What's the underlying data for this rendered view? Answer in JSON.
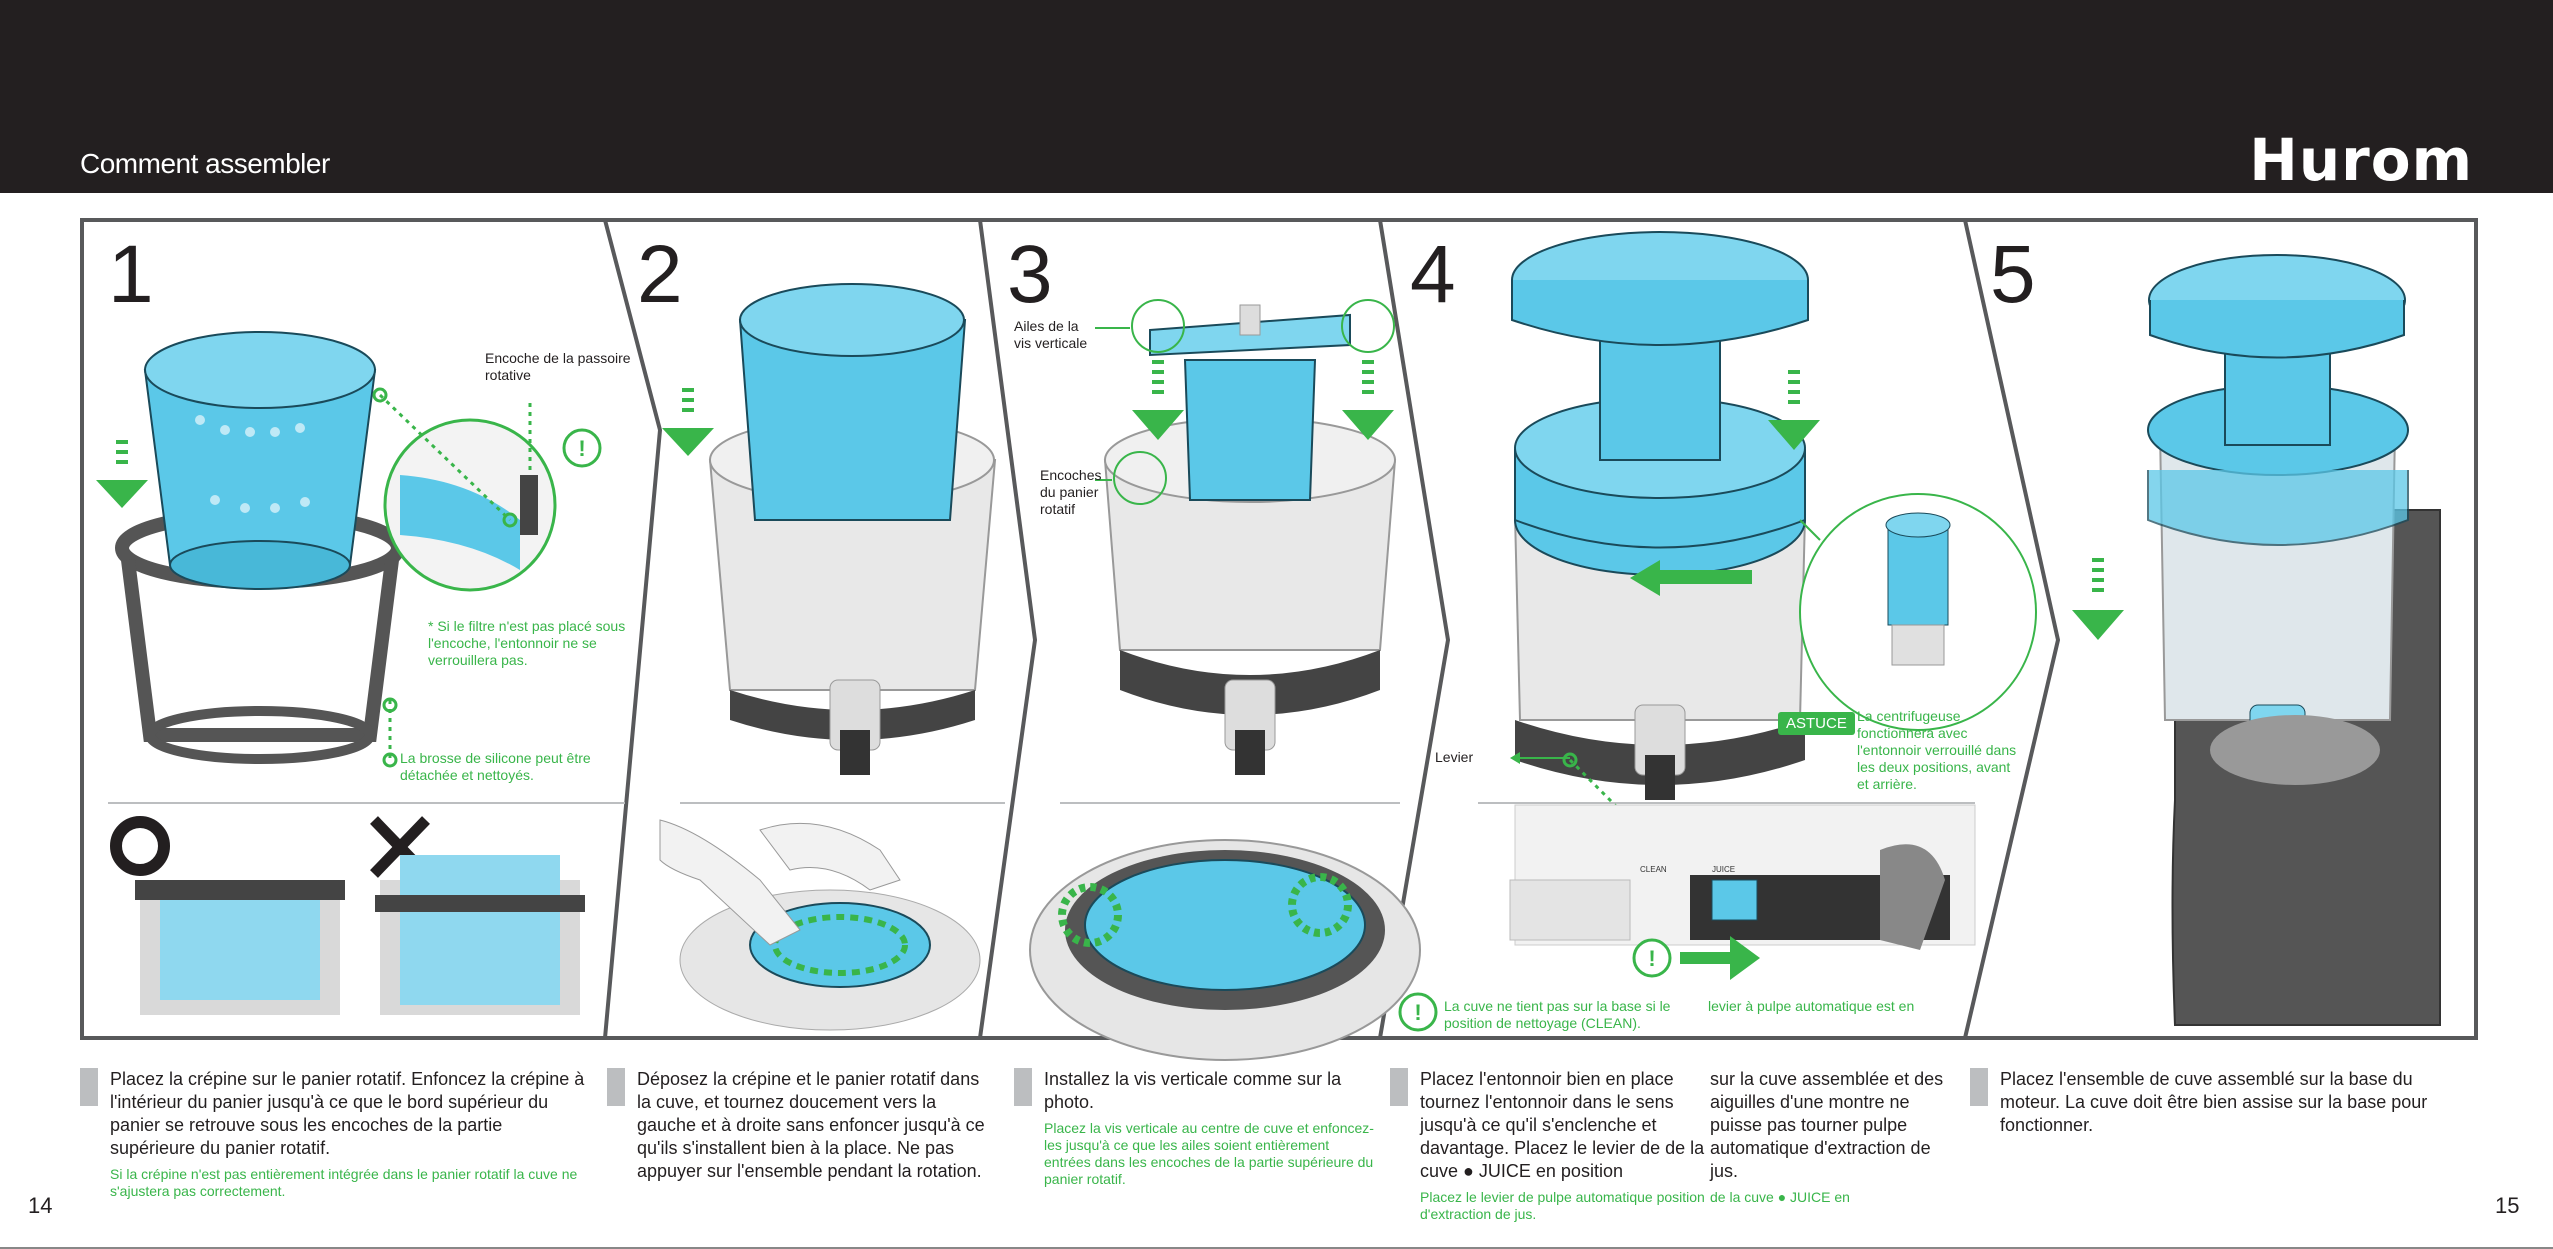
{
  "header": {
    "title": "Comment assembler",
    "logo": "Hurom"
  },
  "steps": [
    {
      "number": "1"
    },
    {
      "number": "2"
    },
    {
      "number": "3"
    },
    {
      "number": "4"
    },
    {
      "number": "5"
    }
  ],
  "callouts": {
    "s1_notch": "Encoche de la passoire rotative",
    "s1_warning": "* Si le filtre n'est pas placé sous l'encoche, l'entonnoir ne se verrouillera pas.",
    "s1_brush": "La brosse de silicone peut être détachée et nettoyés.",
    "s3_wings": "Ailes de la vis verticale",
    "s3_notches": "Encoches du panier rotatif",
    "s4_lever": "Levier",
    "s4_tip_badge": "ASTUCE",
    "s4_tip": "La centrifugeuse fonctionnera avec l'entonnoir verrouillé dans les deux positions, avant et arrière.",
    "s4_warning": "La cuve ne tient pas sur la base si le position de nettoyage (CLEAN).",
    "s4_warning_b": "levier à pulpe automatique est en",
    "s4_lever_clean": "CLEAN",
    "s4_lever_juice": "JUICE"
  },
  "instructions": {
    "step1": "Placez la crépine sur le panier rotatif. Enfoncez la crépine à l'intérieur du panier jusqu'à ce que le bord supérieur du panier se retrouve sous les encoches de la partie supérieure du panier rotatif.",
    "step1_note": "Si la crépine n'est pas entièrement intégrée dans le panier rotatif la cuve ne s'ajustera pas correctement.",
    "step2": "Déposez la crépine et le panier rotatif dans la cuve, et tournez doucement vers la gauche et à droite sans enfoncer jusqu'à ce qu'ils s'installent bien à la place. Ne pas appuyer sur l'ensemble pendant la rotation.",
    "step3": "Installez la vis verticale comme sur la photo.",
    "step3_note": "Placez la vis verticale au centre de cuve et enfoncez-les jusqu'à ce que les ailes soient entièrement entrées dans les encoches de la partie supérieure du panier rotatif.",
    "step4a": "Placez l'entonnoir bien en place tournez l'entonnoir dans le sens jusqu'à ce qu'il s'enclenche et davantage. Placez le levier de de la cuve ● JUICE en position",
    "step4b": "sur la cuve assemblée et des aiguilles d'une montre ne puisse pas tourner pulpe automatique d'extraction de jus.",
    "step4_note_a": "Placez le levier de pulpe automatique position d'extraction de jus.",
    "step4_note_b": "de la cuve ● JUICE en",
    "step5": "Placez l'ensemble de cuve assemblé sur la base du moteur. La cuve doit être bien assise sur la base pour fonctionner."
  },
  "page_numbers": {
    "left": "14",
    "right": "15"
  },
  "colors": {
    "accent_green": "#39b54a",
    "part_blue": "#5bc8e8",
    "dark": "#231f20",
    "header_bg": "#231f20"
  }
}
